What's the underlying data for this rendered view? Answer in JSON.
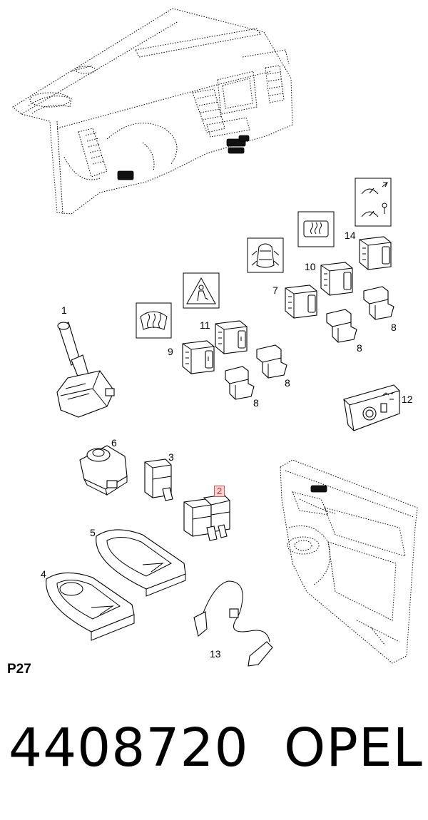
{
  "diagram": {
    "page_label": "P27",
    "part_number": "4408720",
    "brand": "OPEL",
    "callouts": [
      {
        "id": "1",
        "label": "1"
      },
      {
        "id": "2",
        "label": "2",
        "highlighted": true
      },
      {
        "id": "3",
        "label": "3"
      },
      {
        "id": "4",
        "label": "4"
      },
      {
        "id": "5",
        "label": "5"
      },
      {
        "id": "6",
        "label": "6"
      },
      {
        "id": "7",
        "label": "7"
      },
      {
        "id": "8a",
        "label": "8"
      },
      {
        "id": "8b",
        "label": "8"
      },
      {
        "id": "8c",
        "label": "8"
      },
      {
        "id": "8d",
        "label": "8"
      },
      {
        "id": "9",
        "label": "9"
      },
      {
        "id": "10",
        "label": "10"
      },
      {
        "id": "11",
        "label": "11"
      },
      {
        "id": "12",
        "label": "12"
      },
      {
        "id": "13",
        "label": "13"
      },
      {
        "id": "14",
        "label": "14"
      }
    ],
    "symbols": [
      {
        "name": "windscreen-heating-icon"
      },
      {
        "name": "warning-occupant-icon"
      },
      {
        "name": "vehicle-doors-icon"
      },
      {
        "name": "rear-window-heating-icon"
      },
      {
        "name": "gauges-icon"
      }
    ],
    "highlight_color": "#d9534f"
  }
}
